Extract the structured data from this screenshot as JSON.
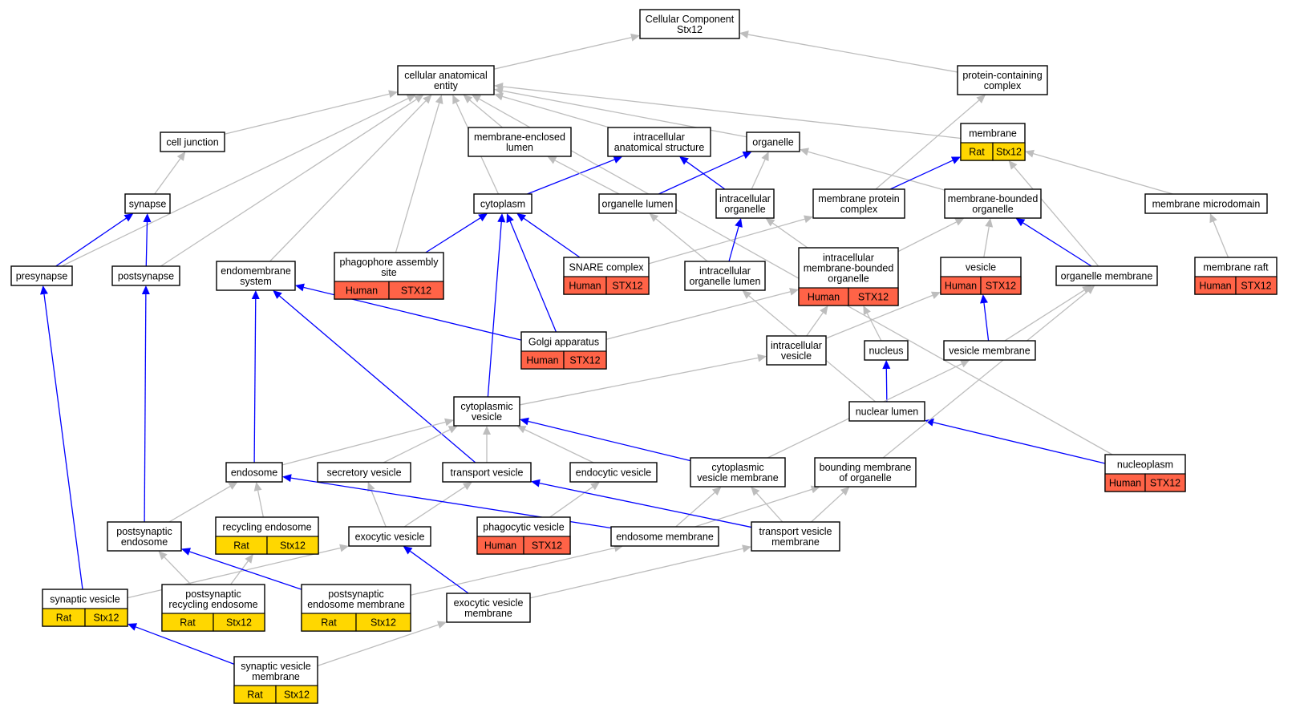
{
  "colors": {
    "part_of_edge": "#bdbdbd",
    "is_a_edge": "#0000ff",
    "rat_tag": "#ffd700",
    "human_tag": "#ff6347",
    "node_fill": "#ffffff"
  },
  "nodes": [
    {
      "id": "root",
      "label": [
        "Cellular Component",
        "Stx12"
      ]
    },
    {
      "id": "cae",
      "label": [
        "cellular anatomical",
        "entity"
      ]
    },
    {
      "id": "pcc",
      "label": [
        "protein-containing",
        "complex"
      ]
    },
    {
      "id": "cj",
      "label": [
        "cell junction"
      ]
    },
    {
      "id": "mel",
      "label": [
        "membrane-enclosed",
        "lumen"
      ]
    },
    {
      "id": "ias",
      "label": [
        "intracellular",
        "anatomical structure"
      ]
    },
    {
      "id": "org",
      "label": [
        "organelle"
      ]
    },
    {
      "id": "mem",
      "label": [
        "membrane"
      ],
      "tags": [
        {
          "text": "Rat",
          "color": "rat"
        },
        {
          "text": "Stx12",
          "color": "rat"
        }
      ]
    },
    {
      "id": "syn",
      "label": [
        "synapse"
      ]
    },
    {
      "id": "cyto",
      "label": [
        "cytoplasm"
      ]
    },
    {
      "id": "ol",
      "label": [
        "organelle lumen"
      ]
    },
    {
      "id": "io",
      "label": [
        "intracellular",
        "organelle"
      ]
    },
    {
      "id": "mpc",
      "label": [
        "membrane protein",
        "complex"
      ]
    },
    {
      "id": "mbo",
      "label": [
        "membrane-bounded",
        "organelle"
      ]
    },
    {
      "id": "mmd",
      "label": [
        "membrane microdomain"
      ]
    },
    {
      "id": "pre",
      "label": [
        "presynapse"
      ]
    },
    {
      "id": "post",
      "label": [
        "postsynapse"
      ]
    },
    {
      "id": "ems",
      "label": [
        "endomembrane",
        "system"
      ]
    },
    {
      "id": "pas",
      "label": [
        "phagophore assembly",
        "site"
      ],
      "tags": [
        {
          "text": "Human",
          "color": "human"
        },
        {
          "text": "STX12",
          "color": "human"
        }
      ]
    },
    {
      "id": "snare",
      "label": [
        "SNARE complex"
      ],
      "tags": [
        {
          "text": "Human",
          "color": "human"
        },
        {
          "text": "STX12",
          "color": "human"
        }
      ]
    },
    {
      "id": "iol",
      "label": [
        "intracellular",
        "organelle lumen"
      ]
    },
    {
      "id": "imbo",
      "label": [
        "intracellular",
        "membrane-bounded",
        "organelle"
      ],
      "tags": [
        {
          "text": "Human",
          "color": "human"
        },
        {
          "text": "STX12",
          "color": "human"
        }
      ]
    },
    {
      "id": "ves",
      "label": [
        "vesicle"
      ],
      "tags": [
        {
          "text": "Human",
          "color": "human"
        },
        {
          "text": "STX12",
          "color": "human"
        }
      ]
    },
    {
      "id": "om",
      "label": [
        "organelle membrane"
      ]
    },
    {
      "id": "mr",
      "label": [
        "membrane raft"
      ],
      "tags": [
        {
          "text": "Human",
          "color": "human"
        },
        {
          "text": "STX12",
          "color": "human"
        }
      ]
    },
    {
      "id": "golgi",
      "label": [
        "Golgi apparatus"
      ],
      "tags": [
        {
          "text": "Human",
          "color": "human"
        },
        {
          "text": "STX12",
          "color": "human"
        }
      ]
    },
    {
      "id": "iv",
      "label": [
        "intracellular",
        "vesicle"
      ]
    },
    {
      "id": "nuc",
      "label": [
        "nucleus"
      ]
    },
    {
      "id": "vm",
      "label": [
        "vesicle membrane"
      ]
    },
    {
      "id": "cv",
      "label": [
        "cytoplasmic",
        "vesicle"
      ]
    },
    {
      "id": "nl",
      "label": [
        "nuclear lumen"
      ]
    },
    {
      "id": "endo",
      "label": [
        "endosome"
      ]
    },
    {
      "id": "sv",
      "label": [
        "secretory vesicle"
      ]
    },
    {
      "id": "tv",
      "label": [
        "transport vesicle"
      ]
    },
    {
      "id": "ev",
      "label": [
        "endocytic vesicle"
      ]
    },
    {
      "id": "cvm",
      "label": [
        "cytoplasmic",
        "vesicle membrane"
      ]
    },
    {
      "id": "bmo",
      "label": [
        "bounding membrane",
        "of organelle"
      ]
    },
    {
      "id": "np",
      "label": [
        "nucleoplasm"
      ],
      "tags": [
        {
          "text": "Human",
          "color": "human"
        },
        {
          "text": "STX12",
          "color": "human"
        }
      ]
    },
    {
      "id": "pse",
      "label": [
        "postsynaptic",
        "endosome"
      ]
    },
    {
      "id": "re",
      "label": [
        "recycling endosome"
      ],
      "tags": [
        {
          "text": "Rat",
          "color": "rat"
        },
        {
          "text": "Stx12",
          "color": "rat"
        }
      ]
    },
    {
      "id": "exv",
      "label": [
        "exocytic vesicle"
      ]
    },
    {
      "id": "pv",
      "label": [
        "phagocytic vesicle"
      ],
      "tags": [
        {
          "text": "Human",
          "color": "human"
        },
        {
          "text": "STX12",
          "color": "human"
        }
      ]
    },
    {
      "id": "em",
      "label": [
        "endosome membrane"
      ]
    },
    {
      "id": "tvm",
      "label": [
        "transport vesicle",
        "membrane"
      ]
    },
    {
      "id": "synv",
      "label": [
        "synaptic vesicle"
      ],
      "tags": [
        {
          "text": "Rat",
          "color": "rat"
        },
        {
          "text": "Stx12",
          "color": "rat"
        }
      ]
    },
    {
      "id": "pre2",
      "label": [
        "postsynaptic",
        "recycling endosome"
      ],
      "tags": [
        {
          "text": "Rat",
          "color": "rat"
        },
        {
          "text": "Stx12",
          "color": "rat"
        }
      ]
    },
    {
      "id": "pem",
      "label": [
        "postsynaptic",
        "endosome membrane"
      ],
      "tags": [
        {
          "text": "Rat",
          "color": "rat"
        },
        {
          "text": "Stx12",
          "color": "rat"
        }
      ]
    },
    {
      "id": "evm",
      "label": [
        "exocytic vesicle",
        "membrane"
      ]
    },
    {
      "id": "svm",
      "label": [
        "synaptic vesicle",
        "membrane"
      ],
      "tags": [
        {
          "text": "Rat",
          "color": "rat"
        },
        {
          "text": "Stx12",
          "color": "rat"
        }
      ]
    }
  ],
  "edges": [
    {
      "from": "cae",
      "to": "root",
      "type": "part_of"
    },
    {
      "from": "pcc",
      "to": "root",
      "type": "part_of"
    },
    {
      "from": "cj",
      "to": "cae",
      "type": "part_of"
    },
    {
      "from": "mel",
      "to": "cae",
      "type": "part_of"
    },
    {
      "from": "ias",
      "to": "cae",
      "type": "part_of"
    },
    {
      "from": "org",
      "to": "cae",
      "type": "part_of"
    },
    {
      "from": "mem",
      "to": "cae",
      "type": "part_of"
    },
    {
      "from": "np",
      "to": "cae",
      "type": "part_of"
    },
    {
      "from": "pre",
      "to": "cae",
      "type": "part_of"
    },
    {
      "from": "post",
      "to": "cae",
      "type": "part_of"
    },
    {
      "from": "ems",
      "to": "cae",
      "type": "part_of"
    },
    {
      "from": "pas",
      "to": "cae",
      "type": "part_of"
    },
    {
      "from": "cyto",
      "to": "cae",
      "type": "part_of"
    },
    {
      "from": "syn",
      "to": "cj",
      "type": "part_of"
    },
    {
      "from": "pre",
      "to": "syn",
      "type": "is_a"
    },
    {
      "from": "post",
      "to": "syn",
      "type": "is_a"
    },
    {
      "from": "cyto",
      "to": "ias",
      "type": "is_a"
    },
    {
      "from": "io",
      "to": "ias",
      "type": "is_a"
    },
    {
      "from": "ol",
      "to": "org",
      "type": "is_a"
    },
    {
      "from": "io",
      "to": "org",
      "type": "part_of"
    },
    {
      "from": "mbo",
      "to": "org",
      "type": "part_of"
    },
    {
      "from": "ol",
      "to": "mel",
      "type": "part_of"
    },
    {
      "from": "mpc",
      "to": "mem",
      "type": "is_a"
    },
    {
      "from": "mmd",
      "to": "mem",
      "type": "part_of"
    },
    {
      "from": "om",
      "to": "mem",
      "type": "part_of"
    },
    {
      "from": "mpc",
      "to": "pcc",
      "type": "part_of"
    },
    {
      "from": "pas",
      "to": "cyto",
      "type": "is_a"
    },
    {
      "from": "snare",
      "to": "cyto",
      "type": "is_a"
    },
    {
      "from": "golgi",
      "to": "cyto",
      "type": "is_a"
    },
    {
      "from": "cv",
      "to": "cyto",
      "type": "is_a"
    },
    {
      "from": "snare",
      "to": "mpc",
      "type": "part_of"
    },
    {
      "from": "iol",
      "to": "ol",
      "type": "part_of"
    },
    {
      "from": "iol",
      "to": "io",
      "type": "is_a"
    },
    {
      "from": "imbo",
      "to": "io",
      "type": "part_of"
    },
    {
      "from": "imbo",
      "to": "mbo",
      "type": "part_of"
    },
    {
      "from": "ves",
      "to": "mbo",
      "type": "part_of"
    },
    {
      "from": "om",
      "to": "mbo",
      "type": "is_a"
    },
    {
      "from": "mr",
      "to": "mmd",
      "type": "part_of"
    },
    {
      "from": "golgi",
      "to": "ems",
      "type": "is_a"
    },
    {
      "from": "golgi",
      "to": "imbo",
      "type": "part_of"
    },
    {
      "from": "endo",
      "to": "ems",
      "type": "is_a"
    },
    {
      "from": "tv",
      "to": "ems",
      "type": "is_a"
    },
    {
      "from": "iv",
      "to": "imbo",
      "type": "part_of"
    },
    {
      "from": "iv",
      "to": "ves",
      "type": "part_of"
    },
    {
      "from": "nuc",
      "to": "imbo",
      "type": "part_of"
    },
    {
      "from": "vm",
      "to": "ves",
      "type": "is_a"
    },
    {
      "from": "vm",
      "to": "om",
      "type": "part_of"
    },
    {
      "from": "nl",
      "to": "nuc",
      "type": "is_a"
    },
    {
      "from": "nl",
      "to": "iol",
      "type": "part_of"
    },
    {
      "from": "cv",
      "to": "iv",
      "type": "part_of"
    },
    {
      "from": "np",
      "to": "nl",
      "type": "is_a"
    },
    {
      "from": "endo",
      "to": "cv",
      "type": "part_of"
    },
    {
      "from": "sv",
      "to": "cv",
      "type": "part_of"
    },
    {
      "from": "tv",
      "to": "cv",
      "type": "part_of"
    },
    {
      "from": "ev",
      "to": "cv",
      "type": "part_of"
    },
    {
      "from": "cvm",
      "to": "cv",
      "type": "is_a"
    },
    {
      "from": "cvm",
      "to": "vm",
      "type": "part_of"
    },
    {
      "from": "bmo",
      "to": "om",
      "type": "part_of"
    },
    {
      "from": "pse",
      "to": "endo",
      "type": "part_of"
    },
    {
      "from": "re",
      "to": "endo",
      "type": "part_of"
    },
    {
      "from": "pse",
      "to": "post",
      "type": "is_a"
    },
    {
      "from": "exv",
      "to": "sv",
      "type": "part_of"
    },
    {
      "from": "exv",
      "to": "tv",
      "type": "part_of"
    },
    {
      "from": "pv",
      "to": "ev",
      "type": "part_of"
    },
    {
      "from": "em",
      "to": "endo",
      "type": "is_a"
    },
    {
      "from": "em",
      "to": "cvm",
      "type": "part_of"
    },
    {
      "from": "em",
      "to": "bmo",
      "type": "part_of"
    },
    {
      "from": "tvm",
      "to": "tv",
      "type": "is_a"
    },
    {
      "from": "tvm",
      "to": "cvm",
      "type": "part_of"
    },
    {
      "from": "tvm",
      "to": "bmo",
      "type": "part_of"
    },
    {
      "from": "synv",
      "to": "pre",
      "type": "is_a"
    },
    {
      "from": "synv",
      "to": "exv",
      "type": "part_of"
    },
    {
      "from": "pre2",
      "to": "pse",
      "type": "part_of"
    },
    {
      "from": "pre2",
      "to": "re",
      "type": "part_of"
    },
    {
      "from": "pem",
      "to": "pse",
      "type": "is_a"
    },
    {
      "from": "pem",
      "to": "em",
      "type": "part_of"
    },
    {
      "from": "evm",
      "to": "exv",
      "type": "is_a"
    },
    {
      "from": "evm",
      "to": "tvm",
      "type": "part_of"
    },
    {
      "from": "svm",
      "to": "synv",
      "type": "is_a"
    },
    {
      "from": "svm",
      "to": "evm",
      "type": "part_of"
    }
  ]
}
